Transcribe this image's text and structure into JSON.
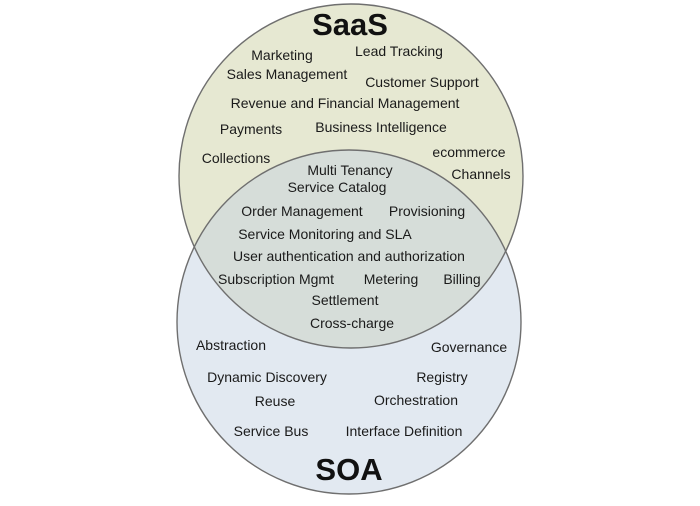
{
  "diagram": {
    "type": "venn",
    "colors": {
      "top_fill": "#e6e8d2",
      "bottom_fill": "#e2e9f1",
      "overlap_fill": "#d6ddd9",
      "stroke": "#6f6f6f",
      "text": "#1a1a1a"
    },
    "top_set": {
      "title": "SaaS",
      "items": [
        "Marketing",
        "Lead Tracking",
        "Sales Management",
        "Customer Support",
        "Revenue and Financial Management",
        "Payments",
        "Business Intelligence",
        "Collections",
        "ecommerce",
        "Channels"
      ]
    },
    "overlap": {
      "items": [
        "Multi Tenancy",
        "Service Catalog",
        "Order Management",
        "Provisioning",
        "Service Monitoring and SLA",
        "User authentication and authorization",
        "Subscription Mgmt",
        "Metering",
        "Billing",
        "Settlement",
        "Cross-charge"
      ]
    },
    "bottom_set": {
      "title": "SOA",
      "items": [
        "Abstraction",
        "Governance",
        "Dynamic Discovery",
        "Registry",
        "Reuse",
        "Orchestration",
        "Service Bus",
        "Interface Definition"
      ]
    }
  }
}
